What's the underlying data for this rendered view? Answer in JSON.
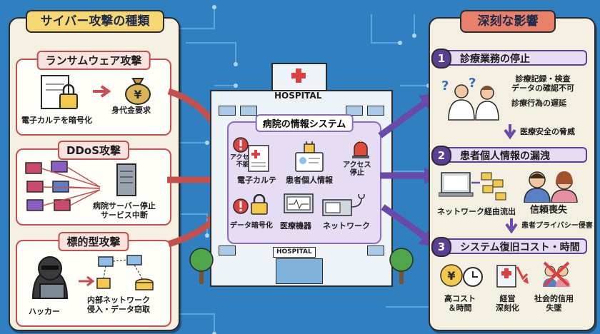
{
  "left_panel": {
    "title": "サイバー攻撃の種類",
    "attacks": [
      {
        "title": "ランサムウェア攻撃",
        "label_left": "電子カルテを暗号化",
        "label_right": "身代金要求"
      },
      {
        "title": "DDoS攻撃",
        "label": "病院サーバー停止\nサービス中断"
      },
      {
        "title": "標的型攻撃",
        "label_left": "ハッカー",
        "label_right": "内部ネットワーク\n侵入・データ窃取"
      }
    ]
  },
  "center": {
    "hospital_sign": "HOSPITAL",
    "hospital_bottom_sign": "HOSPITAL",
    "system_title": "病院の情報システム",
    "items": {
      "emr": "電子カルテ",
      "patient_info": "患者個人情報",
      "medical_devices": "医療機器",
      "network": "ネットワーク",
      "access_denied": "アクセス\n不能",
      "access_stop": "アクセス\n停止",
      "data_encrypt": "データ暗号化"
    }
  },
  "right_panel": {
    "title": "深刻な影響",
    "impacts": [
      {
        "num": "1",
        "title": "診療業務の停止",
        "lines": [
          "診療記録・検査\nデータの確認不可",
          "診療行為の遅延",
          "医療安全の脅威"
        ]
      },
      {
        "num": "2",
        "title": "患者個人情報の漏洩",
        "lines": [
          "ネットワーク経由流出",
          "信頼喪失",
          "患者プライバシー侵害"
        ]
      },
      {
        "num": "3",
        "title": "システム復旧コスト・時間",
        "lines": [
          "高コスト\n＆時間",
          "経営\n深刻化",
          "社会的信用\n失墜"
        ]
      }
    ]
  },
  "colors": {
    "background": "#2f7fc1",
    "attack": "#c44f4f",
    "impact": "#5b3f94",
    "panel": "#f3efe1"
  }
}
